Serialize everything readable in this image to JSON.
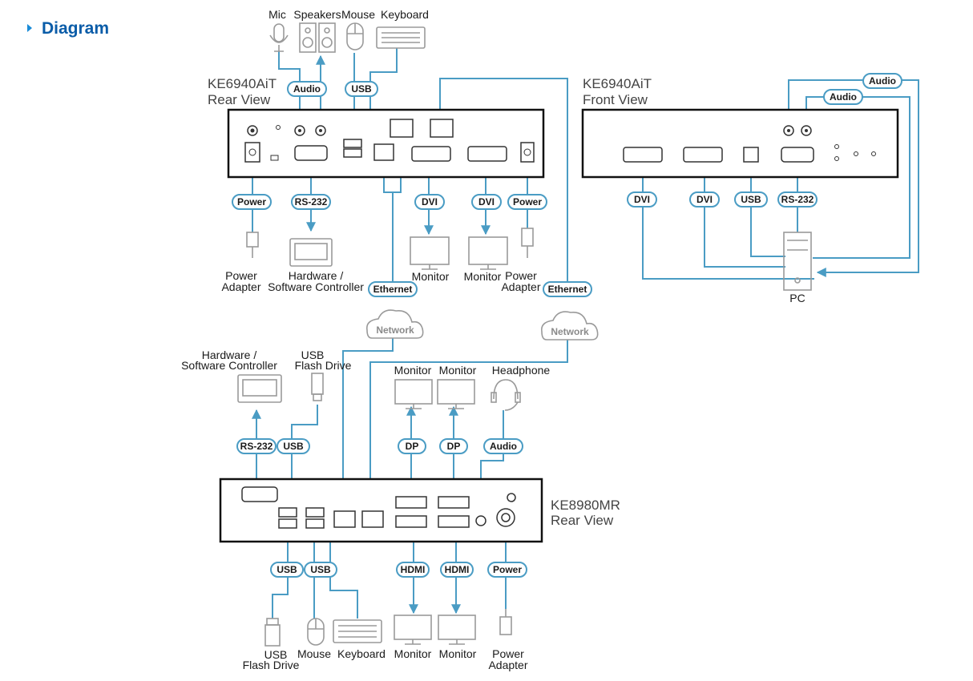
{
  "header": {
    "title": "Diagram"
  },
  "colors": {
    "line": "#4a9cc4",
    "title": "#0a5ca8",
    "device_grey": "#9a9a9a"
  },
  "units": {
    "rear_title_1": "KE6940AiT",
    "rear_title_2": "Rear View",
    "front_title_1": "KE6940AiT",
    "front_title_2": "Front View",
    "rx_title_1": "KE8980MR",
    "rx_title_2": "Rear View"
  },
  "top_devices": {
    "mic": "Mic",
    "speakers": "Speakers",
    "mouse": "Mouse",
    "keyboard": "Keyboard"
  },
  "rear_devices": {
    "power_1": "Power",
    "power_2": "Adapter",
    "hw_1": "Hardware /",
    "hw_2": "Software Controller",
    "monitor_a": "Monitor",
    "monitor_b": "Monitor",
    "power_r_1": "Power",
    "power_r_2": "Adapter"
  },
  "front_devices": {
    "pc": "PC"
  },
  "mid_devices": {
    "hw_1": "Hardware /",
    "hw_2": "Software Controller",
    "usb_1": "USB",
    "usb_2": "Flash Drive",
    "monitor_a": "Monitor",
    "monitor_b": "Monitor",
    "headphone": "Headphone"
  },
  "bottom_devices": {
    "usb_1": "USB",
    "usb_2": "Flash Drive",
    "mouse": "Mouse",
    "keyboard": "Keyboard",
    "monitor_a": "Monitor",
    "monitor_b": "Monitor",
    "power_1": "Power",
    "power_2": "Adapter"
  },
  "pills": {
    "audio": "Audio",
    "usb": "USB",
    "power": "Power",
    "rs232": "RS-232",
    "dvi": "DVI",
    "ethernet": "Ethernet",
    "dp": "DP",
    "hdmi": "HDMI"
  },
  "network": "Network"
}
